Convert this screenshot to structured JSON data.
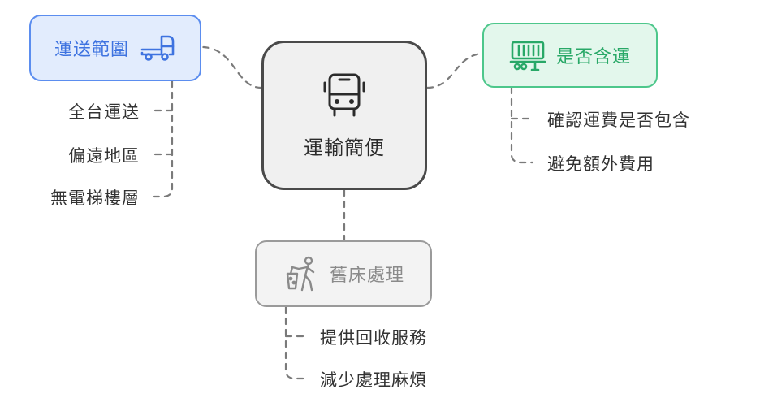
{
  "center": {
    "label": "運輸簡便",
    "icon": "bus-icon"
  },
  "branches": [
    {
      "label": "運送範圍",
      "icon": "truck-icon",
      "color": "#3e73e0",
      "children": [
        "全台運送",
        "偏遠地區",
        "無電梯樓層"
      ]
    },
    {
      "label": "是否含運",
      "icon": "cargo-truck-icon",
      "color": "#28a867",
      "children": [
        "確認運費是否包含",
        "避免額外費用"
      ]
    },
    {
      "label": "舊床處理",
      "icon": "person-with-trash-bin-icon",
      "color": "#8a8a8a",
      "children": [
        "提供回收服務",
        "減少處理麻煩"
      ]
    }
  ],
  "colors": {
    "connector": "#7a7a7a",
    "center_border": "#4a4a4a"
  }
}
